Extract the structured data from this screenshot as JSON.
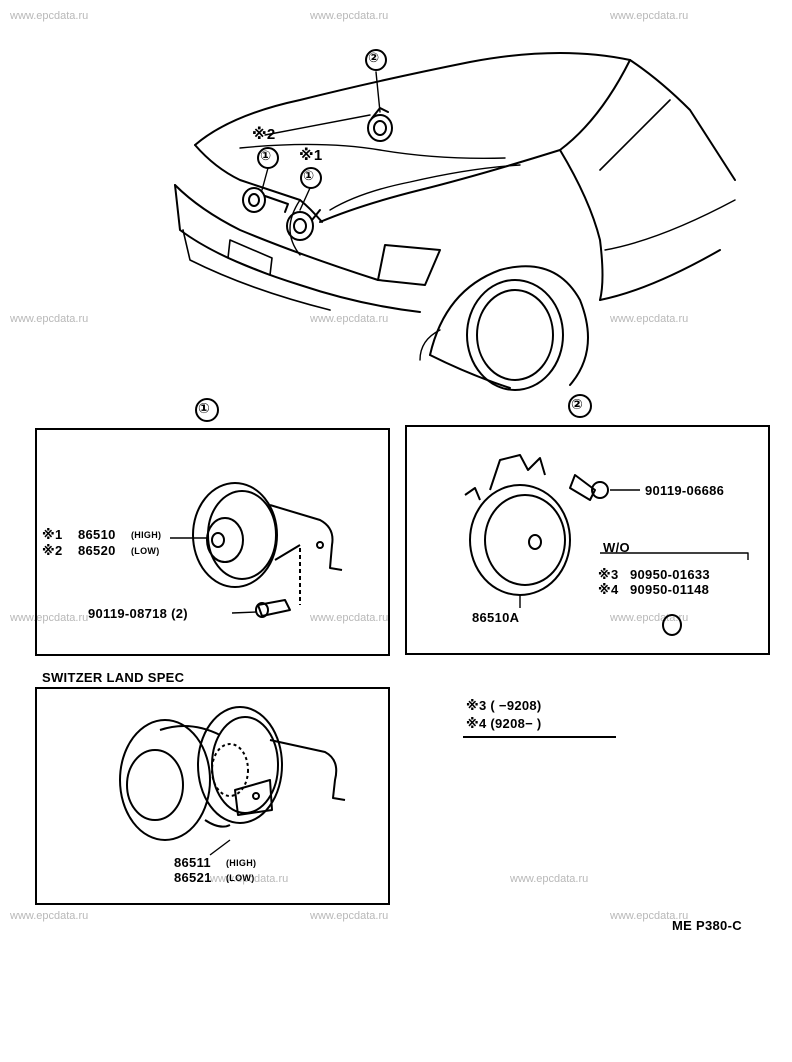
{
  "watermark": "www.epcdata.ru",
  "top_view": {
    "callout_1": "①",
    "callout_2": "②",
    "note_1": "※1",
    "note_2": "※2"
  },
  "panel_1": {
    "callout": "①",
    "line1_mark": "※1",
    "line1_part": "86510",
    "line1_tag": "(HIGH)",
    "line2_mark": "※2",
    "line2_part": "86520",
    "line2_tag": "(LOW)",
    "bolt": "90119-08718 (2)"
  },
  "panel_2": {
    "callout": "②",
    "bolt": "90119-06686",
    "wo": "W/O",
    "line3_mark": "※3",
    "line3_part": "90950-01633",
    "line4_mark": "※4",
    "line4_part": "90950-01148",
    "horn": "86510A"
  },
  "switzer": {
    "title": "SWITZER LAND SPEC",
    "line1_part": "86511",
    "line1_tag": "(HIGH)",
    "line2_part": "86521",
    "line2_tag": "(LOW)"
  },
  "date_notes": {
    "line3": "※3 (     −9208)",
    "line4": "※4 (9208−      )"
  },
  "page_code": "ME P380-C"
}
